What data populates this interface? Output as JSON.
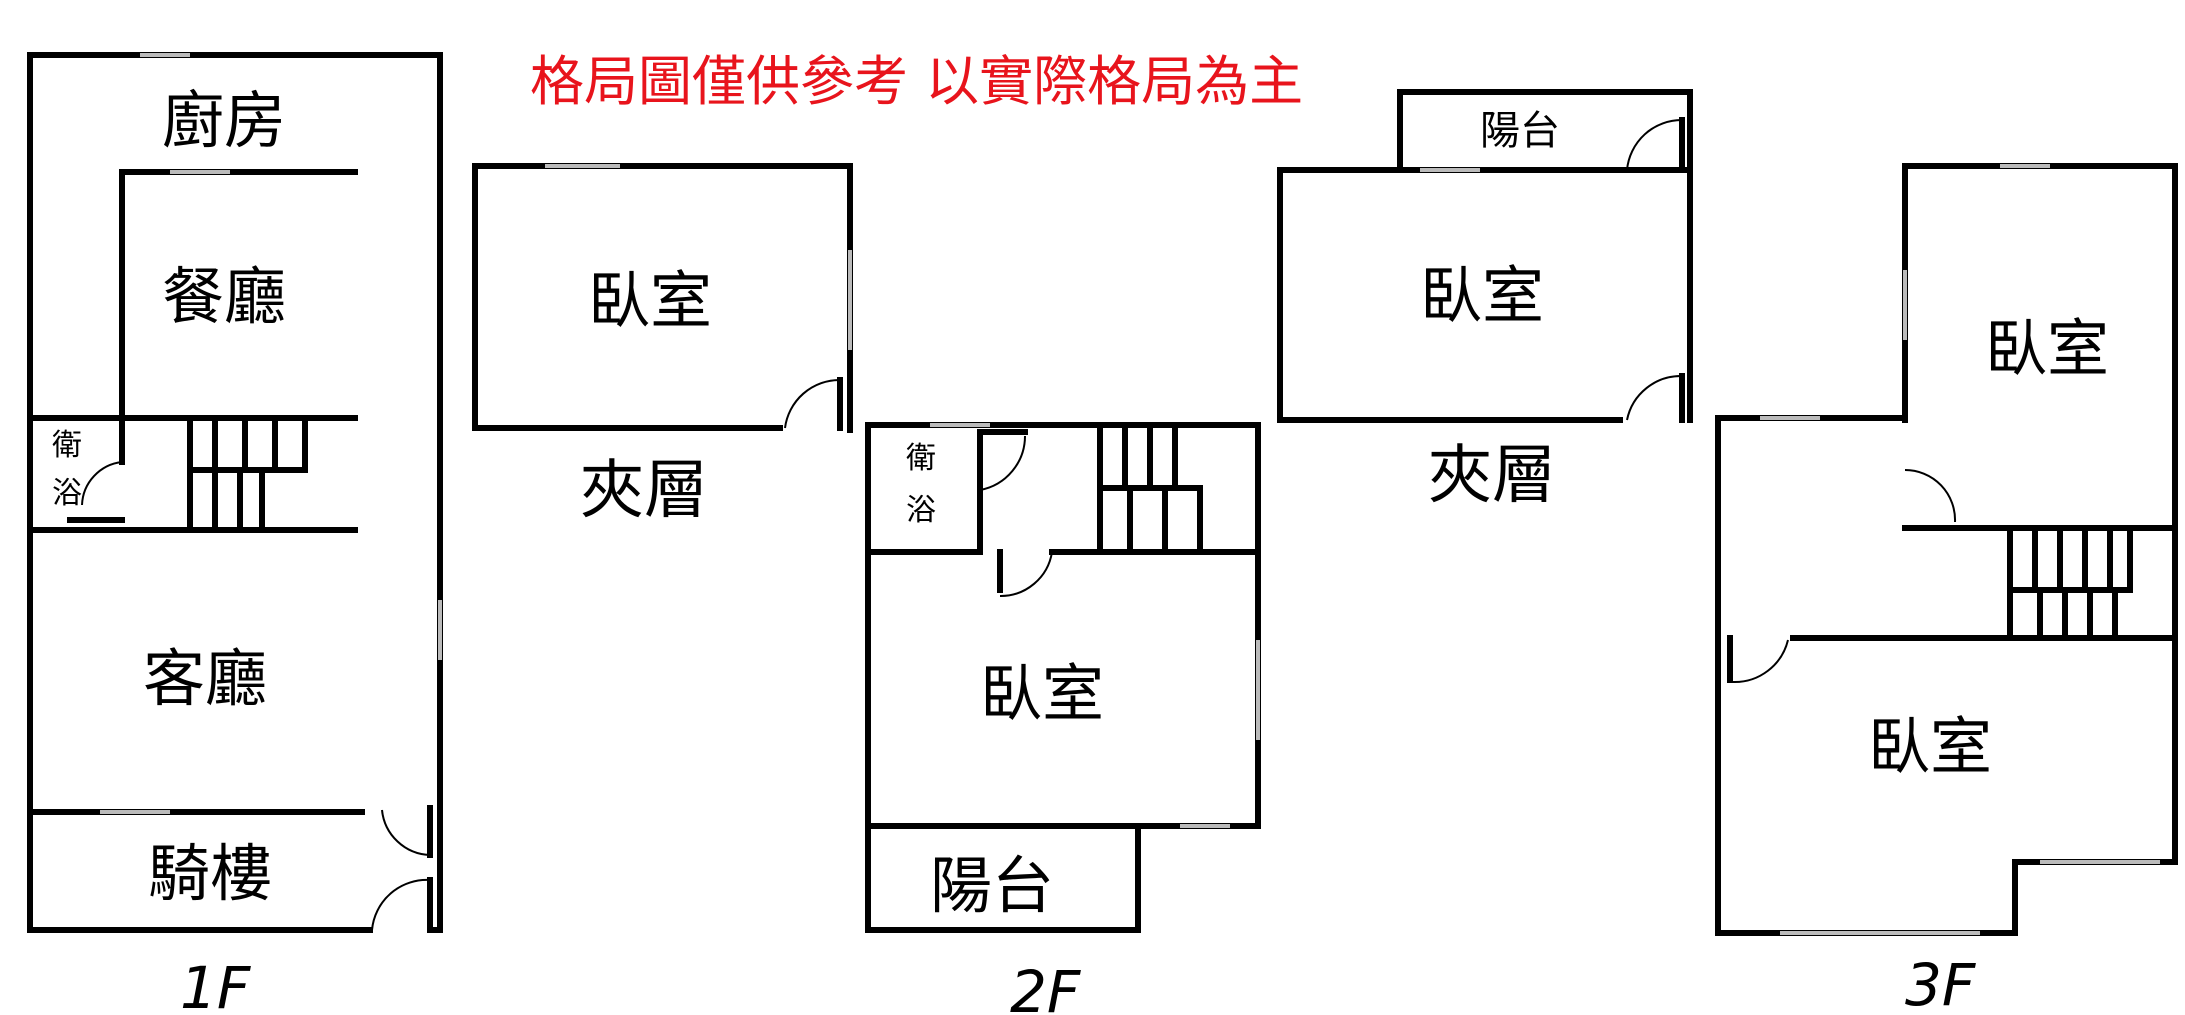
{
  "notice": "格局圖僅供參考 以實際格局為主",
  "colors": {
    "walls": "#000000",
    "notice_text": "#e8141c",
    "background": "#ffffff"
  },
  "floors": [
    {
      "label": "1F",
      "rooms": {
        "kitchen": "廚房",
        "dining": "餐廳",
        "bath": "衛浴",
        "living": "客廳",
        "arcade": "騎樓"
      }
    },
    {
      "label": "2F",
      "rooms": {
        "mezz_label": "夾層",
        "mezz_bedroom": "臥室",
        "bath": "衛浴",
        "bedroom": "臥室",
        "balcony": "陽台"
      }
    },
    {
      "label": "3F",
      "rooms": {
        "mezz_label": "夾層",
        "mezz_balcony": "陽台",
        "mezz_bedroom": "臥室",
        "bedroom_upper": "臥室",
        "bedroom_lower": "臥室"
      }
    }
  ]
}
